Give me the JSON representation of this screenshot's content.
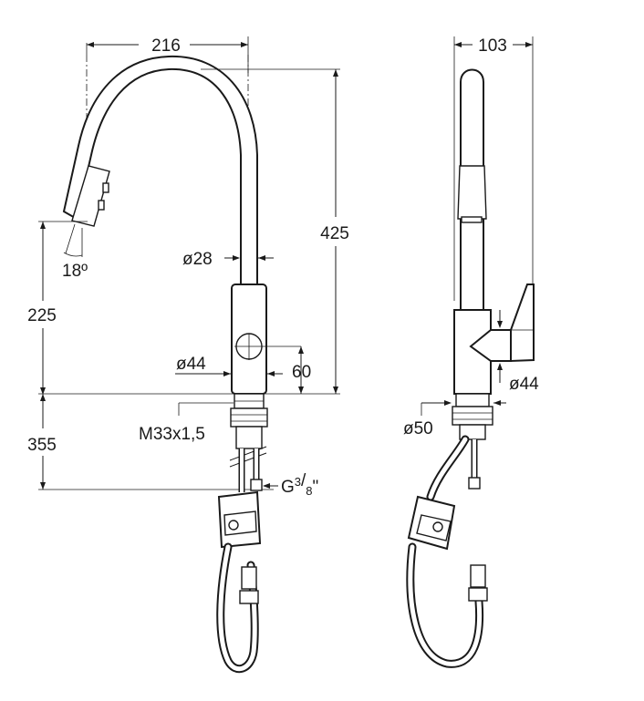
{
  "drawing": {
    "front_view": {
      "width_dim": "216",
      "height_dim": "425",
      "spout_angle": "18º",
      "spout_height": "225",
      "pipe_diameter": "ø28",
      "body_diameter": "ø44",
      "handle_offset": "60",
      "below_deck": "355",
      "thread": "M33x1,5",
      "connection_prefix": "G",
      "connection_fraction_num": "3",
      "connection_fraction_den": "8",
      "connection_suffix": "\""
    },
    "side_view": {
      "depth_dim": "103",
      "body_diameter": "ø44",
      "base_diameter": "ø50"
    }
  }
}
